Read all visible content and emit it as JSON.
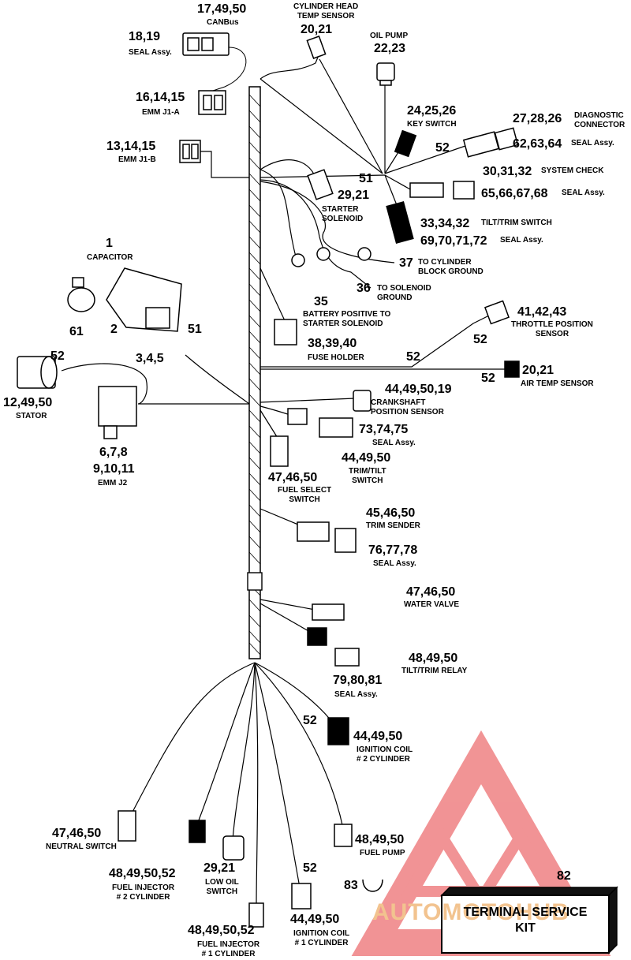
{
  "labels": {
    "canbus_num": "17,49,50",
    "canbus_txt": "CANBus",
    "seal1_num": "18,19",
    "seal1_txt": "SEAL Assy.",
    "emmj1a_num": "16,14,15",
    "emmj1a_txt": "EMM J1-A",
    "emmj1b_num": "13,14,15",
    "emmj1b_txt": "EMM J1-B",
    "cht_txt": "CYLINDER HEAD\nTEMP SENSOR",
    "cht_num": "20,21",
    "oilpump_txt": "OIL PUMP",
    "oilpump_num": "22,23",
    "key_num": "24,25,26",
    "key_txt": "KEY SWITCH",
    "diag_num": "27,28,26",
    "diag_txt": "DIAGNOSTIC\nCONNECTOR",
    "diag52": "52",
    "diagseal_num": "62,63,64",
    "diagseal_txt": "SEAL Assy.",
    "n51a": "51",
    "syscheck_num": "30,31,32",
    "syscheck_txt": "SYSTEM CHECK",
    "syscheck_seal_num": "65,66,67,68",
    "syscheck_seal_txt": "SEAL Assy.",
    "starter_num": "29,21",
    "starter_txt": "STARTER\nSOLENOID",
    "tilt_num": "33,34,32",
    "tilt_txt": "TILT/TRIM SWITCH",
    "tiltseal_num": "69,70,71,72",
    "tiltseal_txt": "SEAL Assy.",
    "cap_num": "1",
    "cap_txt": "CAPACITOR",
    "blockgnd_num": "37",
    "blockgnd_txt": "TO CYLINDER\nBLOCK GROUND",
    "solgnd_num": "36",
    "solgnd_txt": "TO SOLENOID\nGROUND",
    "clamp_num": "61",
    "n2": "2",
    "batt_num": "35",
    "batt_txt": "BATTERY POSITIVE TO\nSTARTER SOLENOID",
    "n51b": "51",
    "n345": "3,4,5",
    "fuse_num": "38,39,40",
    "fuse_txt": "FUSE HOLDER",
    "tps_num": "41,42,43",
    "tps_txt": "THROTTLE POSITION\nSENSOR",
    "tps52": "52",
    "air52a": "52",
    "air52b": "52",
    "air_num": "20,21",
    "air_txt": "AIR TEMP SENSOR",
    "stator52": "52",
    "stator_num": "12,49,50",
    "stator_txt": "STATOR",
    "crank_num": "44,49,50,19",
    "crank_txt": "CRANKSHAFT\nPOSITION SENSOR",
    "seal73_num": "73,74,75",
    "seal73_txt": "SEAL Assy.",
    "trimtilt_num": "44,49,50",
    "trimtilt_txt": "TRIM/TILT\nSWITCH",
    "emmj2_a": "6,7,8",
    "emmj2_b": "9,10,11",
    "emmj2_txt": "EMM J2",
    "fuelsel_num": "47,46,50",
    "fuelsel_txt": "FUEL SELECT\nSWITCH",
    "trimsend_num": "45,46,50",
    "trimsend_txt": "TRIM SENDER",
    "seal76_num": "76,77,78",
    "seal76_txt": "SEAL Assy.",
    "water_num": "47,46,50",
    "water_txt": "WATER VALVE",
    "relay_num": "48,49,50",
    "relay_txt": "TILT/TRIM RELAY",
    "seal79_num": "79,80,81",
    "seal79_txt": "SEAL Assy.",
    "ign2_52": "52",
    "ign2_num": "44,49,50",
    "ign2_txt": "IGNITION COIL\n# 2 CYLINDER",
    "neutral_num": "47,46,50",
    "neutral_txt": "NEUTRAL SWITCH",
    "fuelpump_num": "48,49,50",
    "fuelpump_txt": "FUEL PUMP",
    "inj2_num": "48,49,50,52",
    "inj2_txt": "FUEL INJECTOR\n# 2 CYLINDER",
    "lowoil_num": "29,21",
    "lowoil_txt": "LOW OIL\nSWITCH",
    "ign1_52": "52",
    "clip_num": "83",
    "kit_num": "82",
    "kit_txt": "TERMINAL SERVICE\nKIT",
    "inj1_num": "48,49,50,52",
    "inj1_txt": "FUEL INJECTOR\n# 1 CYLINDER",
    "ign1_num": "44,49,50",
    "ign1_txt": "IGNITION COIL\n# 1 CYLINDER"
  },
  "watermark": {
    "text": "AUTOMOTOHUB",
    "color": "#f2c38f",
    "logo_color": "#f0888a"
  },
  "colors": {
    "line": "#000000",
    "kit_box": "#111111"
  }
}
